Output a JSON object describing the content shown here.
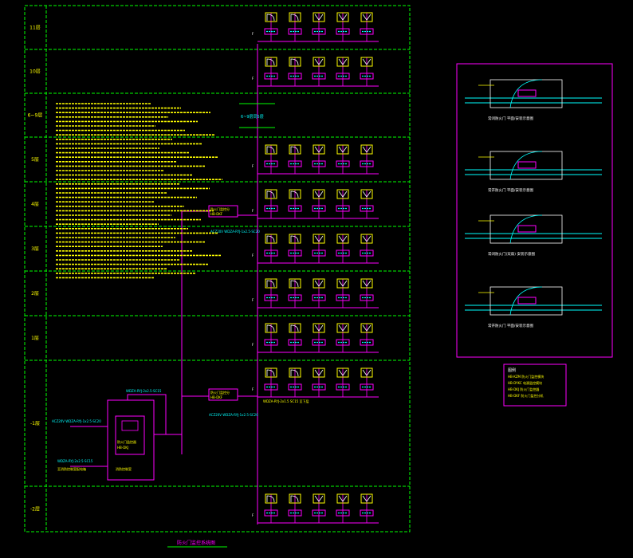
{
  "floors": [
    {
      "label": "11层"
    },
    {
      "label": "10层"
    },
    {
      "label": "6~9层"
    },
    {
      "label": "5层"
    },
    {
      "label": "4层"
    },
    {
      "label": "3层"
    },
    {
      "label": "2层"
    },
    {
      "label": "1层"
    },
    {
      "label": "-1层"
    },
    {
      "label": "-2层"
    }
  ],
  "repeat_note": "6~9层同5层",
  "left_labels": {
    "cable1": "ACZ20V WDZA-RYJ-1x2.5-SC20",
    "cable2": "WDZA-RYJ-2x2.5-SC15",
    "cable2b": "至消防控制室配电箱",
    "panel_title": "防火门监控器",
    "panel_model": "HB-DKJ",
    "panel_caption": "消防控制室",
    "top_cable": "WDZA-RYJ-2x2.5-SC15",
    "mid_box": "防火门监控分",
    "mid_box2": "HB-DKF",
    "mid_cable": "ACZ20V WDZA-RYJ-1x2.5-SC20",
    "upper_box": "防火门监控分",
    "upper_box2": "HB-DKF",
    "upper_cable": "ACZ20V WDZA-RYJ-1x2.5-SC20",
    "dash_cable": "WDZA-RYJ-2x1.5 SC15 至下层"
  },
  "bottom_title": "防火门监控系统图",
  "detail_captions": [
    "常闭防火门 平面/安装示意图",
    "常开防火门 平面/安装示意图",
    "常闭防火门(双扇) 安装示意图",
    "常开防火门 平面/安装示意图"
  ],
  "legend_title": "图例",
  "legend_items": [
    "HB-KZM 防火门监控模块",
    "HB-DYKC 电源监控模块",
    "HB-DKJ 防火门监控器",
    "HB-DKF 防火门监控分机"
  ],
  "colors": {
    "frame": "#00ff00",
    "pink": "#ff00ff",
    "cyan": "#00ffff",
    "yellow": "#ffff00",
    "white": "#ffffff"
  }
}
